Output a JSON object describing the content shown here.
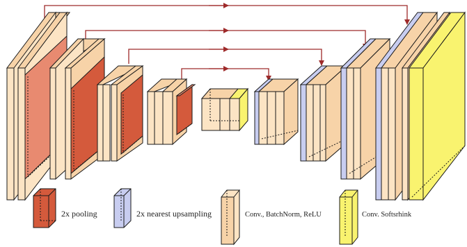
{
  "colors": {
    "conv_face": "#fce4c4",
    "conv_side": "#f7d3a8",
    "pool_face": "#d45a3c",
    "pool_light": "#e88a70",
    "upsample_face": "#c8cdf0",
    "softshrink_face": "#f9f36f",
    "skip_arrow": "#9e2a2a",
    "edge": "#1a1a1a"
  },
  "legend": [
    {
      "key": "pool",
      "label": "2x pooling"
    },
    {
      "key": "upsample",
      "label": "2x nearest upsampling"
    },
    {
      "key": "conv",
      "label": "Conv., BatchNorm, ReLU"
    },
    {
      "key": "softshrink",
      "label": "Conv. Softsrhink"
    }
  ],
  "architecture": {
    "encoder_levels": 4,
    "bottleneck": 1,
    "decoder_levels": 4,
    "skip_connections": 4
  }
}
